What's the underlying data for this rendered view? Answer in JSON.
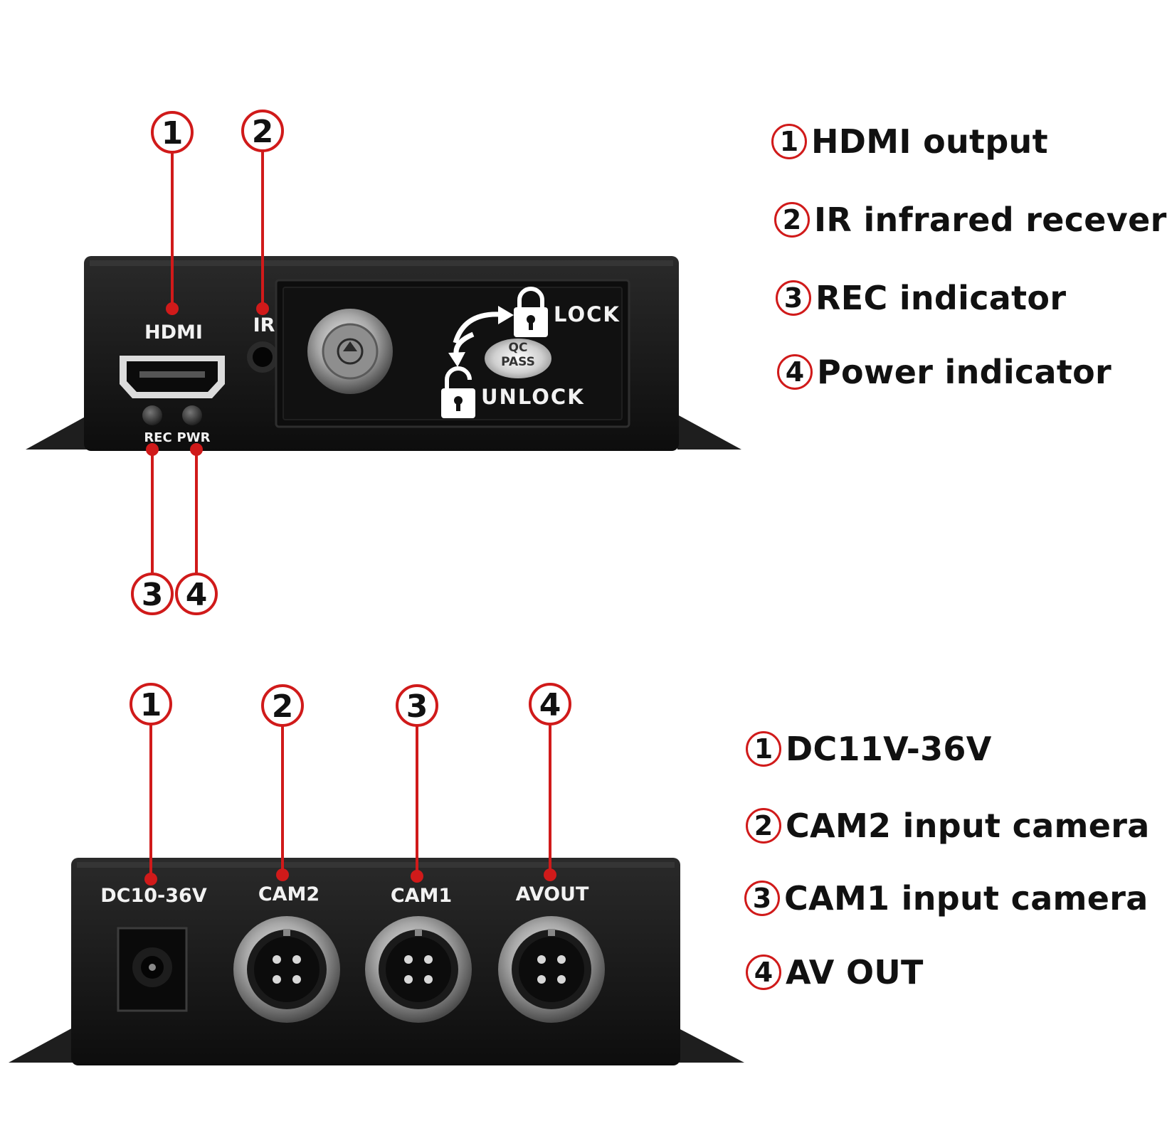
{
  "colors": {
    "callout": "#d01a1a",
    "device": "#161616",
    "text": "#111111"
  },
  "front_panel": {
    "callouts": [
      "1",
      "2",
      "3",
      "4"
    ],
    "labels": {
      "hdmi": "HDMI",
      "ir": "IR",
      "rec": "REC",
      "pwr": "PWR",
      "lock": "LOCK",
      "unlock": "UNLOCK",
      "qc_line1": "QC",
      "qc_line2": "PASS"
    },
    "legend": [
      {
        "num": "1",
        "text": "HDMI output"
      },
      {
        "num": "2",
        "text": "IR infrared recever"
      },
      {
        "num": "3",
        "text": "REC indicator"
      },
      {
        "num": "4",
        "text": "Power indicator"
      }
    ]
  },
  "rear_panel": {
    "callouts": [
      "1",
      "2",
      "3",
      "4"
    ],
    "labels": {
      "dc": "DC10-36V",
      "cam2": "CAM2",
      "cam1": "CAM1",
      "avout": "AVOUT"
    },
    "legend": [
      {
        "num": "1",
        "text": "DC11V-36V"
      },
      {
        "num": "2",
        "text": "CAM2 input camera"
      },
      {
        "num": "3",
        "text": "CAM1 input camera"
      },
      {
        "num": "4",
        "text": "AV OUT"
      }
    ]
  }
}
